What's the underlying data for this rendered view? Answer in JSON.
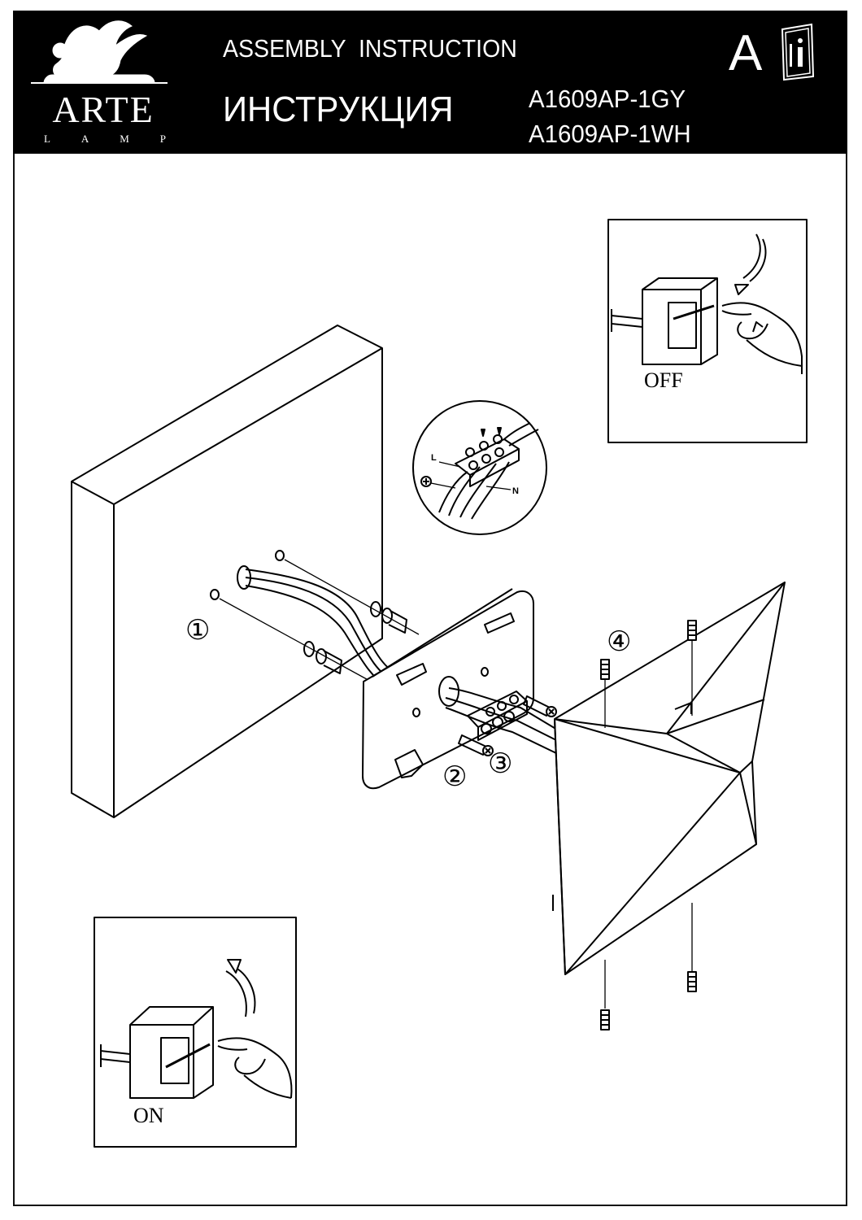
{
  "header": {
    "brand": "ARTE",
    "brand_sub": [
      "L",
      "A",
      "M",
      "P"
    ],
    "title_en": "ASSEMBLY  INSTRUCTION",
    "title_ru": "ИНСТРУКЦИЯ",
    "models": [
      "A1609AP-1GY",
      "A1609AP-1WH"
    ],
    "section_letter": "A",
    "icons": [
      "lion-logo-icon",
      "info-book-icon"
    ]
  },
  "diagram": {
    "off_label": "OFF",
    "on_label": "ON",
    "wire_labels": {
      "live": "L",
      "neutral": "N"
    },
    "steps": [
      "①",
      "②",
      "③",
      "④"
    ]
  }
}
